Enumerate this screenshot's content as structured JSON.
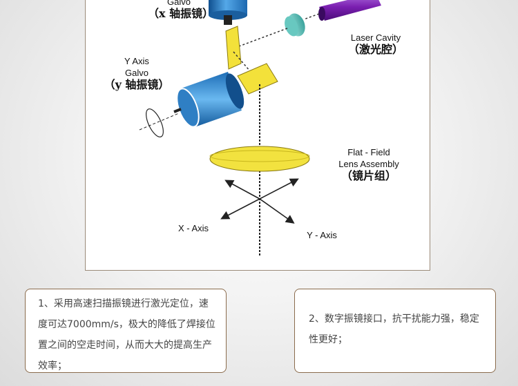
{
  "diagram": {
    "x_galvo": {
      "label_en": "Galvo",
      "label_cn": "（x 轴振镜）"
    },
    "y_galvo": {
      "label_en_1": "Y Axis",
      "label_en_2": "Galvo",
      "label_cn": "（y 轴振镜）"
    },
    "laser_cavity": {
      "label_en": "Laser Cavity",
      "label_cn": "（激光腔）"
    },
    "lens": {
      "label_en_1": "Flat - Field",
      "label_en_2": "Lens Assembly",
      "label_cn": "（镜片组）"
    },
    "axes": {
      "x_label": "X - Axis",
      "y_label": "Y - Axis"
    },
    "colors": {
      "galvo_blue": "#2a7fc9",
      "mirror_yellow": "#f3e13a",
      "lens_yellow": "#f2e23f",
      "laser_purple": "#7a1fb0",
      "cavity_teal": "#5ec7c0"
    }
  },
  "cards": [
    {
      "text": "1、采用高速扫描振镜进行激光定位，速度可达7000mm/s，极大的降低了焊接位置之间的空走时间，从而大大的提高生产效率；"
    },
    {
      "text": "2、数字振镜接口，抗干扰能力强，稳定性更好；"
    }
  ]
}
